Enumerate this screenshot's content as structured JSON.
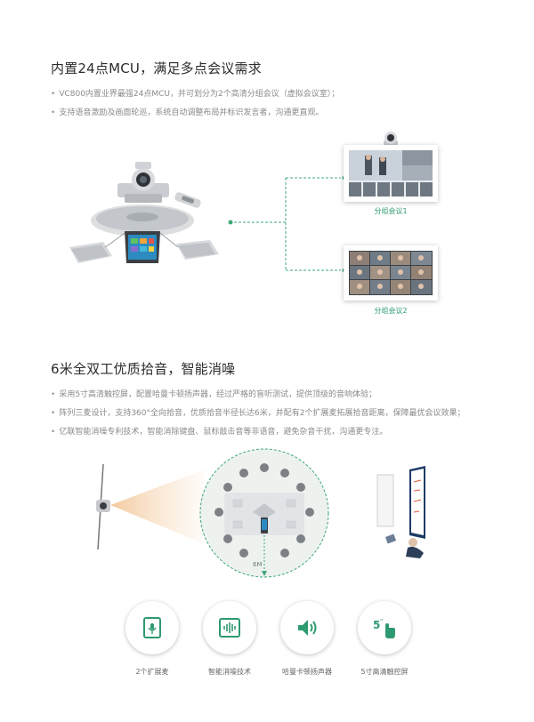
{
  "section1": {
    "title": "内置24点MCU，满足多点会议需求",
    "bullets": [
      "VC800内置业界最强24点MCU，并可划分为2个高清分组会议（虚拟会议室）；",
      "支持语音激励及画面轮巡，系统自动调整布局并标识发言者，沟通更直观。"
    ],
    "rooms": [
      "分组会议1",
      "分组会议2"
    ]
  },
  "section2": {
    "title": "6米全双工优质拾音，智能消噪",
    "bullets": [
      "采用5寸高清触控屏，配置哈曼卡顿扬声器，经过严格的盲听测试，提供顶级的音响体验；",
      "阵列三麦设计，支持360°全向拾音，优质拾音半径长达6米，并配有2个扩展麦拓展拾音距离，保障最优会议效果；",
      "亿联智能消噪专利技术，智能消除键盘、鼠标敲击音等非语音，避免杂音干扰，沟通更专注。"
    ],
    "distance_label": "6M"
  },
  "features": [
    {
      "label": "2个扩展麦",
      "icon": "mic-pod-icon"
    },
    {
      "label": "智能消噪技术",
      "icon": "noise-cancel-icon"
    },
    {
      "label": "哈曼卡顿扬声器",
      "icon": "speaker-icon"
    },
    {
      "label": "5寸高清触控屏",
      "icon": "touchscreen-icon"
    }
  ],
  "colors": {
    "accent": "#2e9a6f",
    "dashed": "#3da878",
    "zone": "#eef2ef"
  }
}
